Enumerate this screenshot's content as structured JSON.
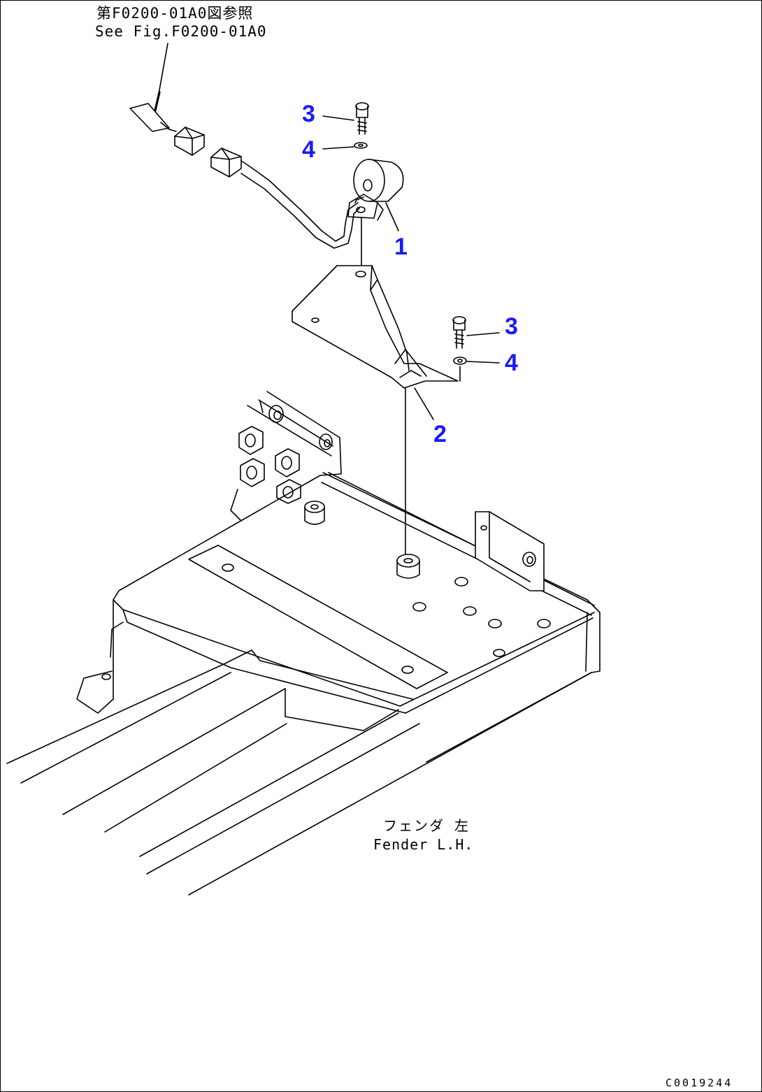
{
  "drawing": {
    "reference_jp": "第F0200-01A0図参照",
    "reference_en": "See Fig.F0200-01A0",
    "fender_jp": "フェンダ 左",
    "fender_en": "Fender L.H.",
    "drawing_code": "C0019244"
  },
  "callouts": [
    {
      "id": "c1",
      "label": "3"
    },
    {
      "id": "c2",
      "label": "4"
    },
    {
      "id": "c3",
      "label": "1"
    },
    {
      "id": "c4",
      "label": "3"
    },
    {
      "id": "c5",
      "label": "4"
    },
    {
      "id": "c6",
      "label": "2"
    }
  ],
  "colors": {
    "callout": "#1a1aff",
    "line": "#000000",
    "background": "#ffffff"
  }
}
